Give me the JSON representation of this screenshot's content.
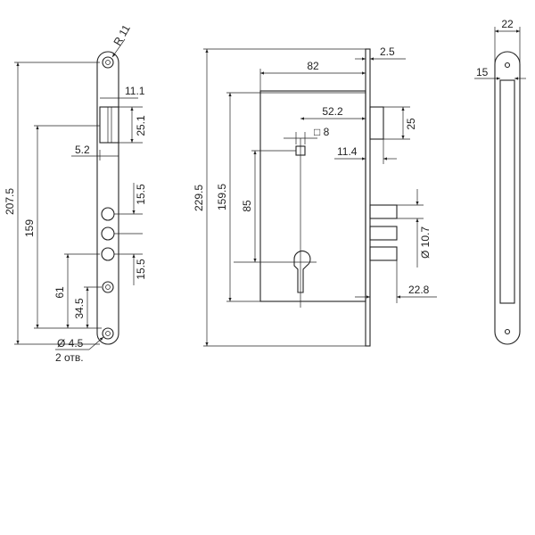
{
  "drawing": {
    "front_plate": {
      "dimensions": {
        "radius": "R 11",
        "overall_height": "207.5",
        "latch_width": "11.1",
        "latch_height": "25.1",
        "latch_offset": "5.2",
        "hole_to_top": "159",
        "hole_pitch_upper": "15.5",
        "hole_pitch_lower": "15.5",
        "bolt_height": "61",
        "lower_hole_height": "34.5",
        "mount_hole": "Ø 4.5",
        "mount_hole_qty": "2 отв."
      }
    },
    "lock_body": {
      "dimensions": {
        "overall_height": "229.5",
        "body_width": "82",
        "plate_thickness": "2.5",
        "height_159_5": "159.5",
        "backset": "52.2",
        "latch_size": "25",
        "spindle": "□ 8",
        "latch_offset": "11.4",
        "center_distance": "85",
        "bolt_diameter": "Ø 10.7",
        "bolt_throw": "22.8"
      }
    },
    "side_view": {
      "dimensions": {
        "plate_width": "22",
        "face_offset": "15"
      }
    }
  }
}
